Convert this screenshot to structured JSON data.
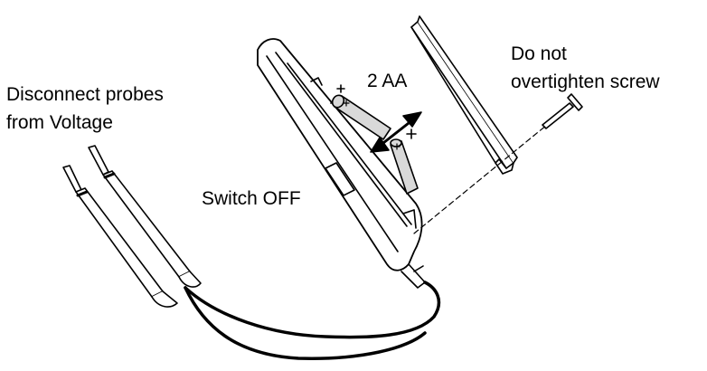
{
  "labels": {
    "disconnect_line1": "Disconnect probes",
    "disconnect_line2": "from Voltage",
    "switch_off": "Switch OFF",
    "batteries": "2 AA",
    "screw_line1": "Do not",
    "screw_line2": "overtighten screw"
  },
  "colors": {
    "ink": "#000000",
    "battery_fill": "#d9d9d9",
    "paper": "#ffffff"
  }
}
